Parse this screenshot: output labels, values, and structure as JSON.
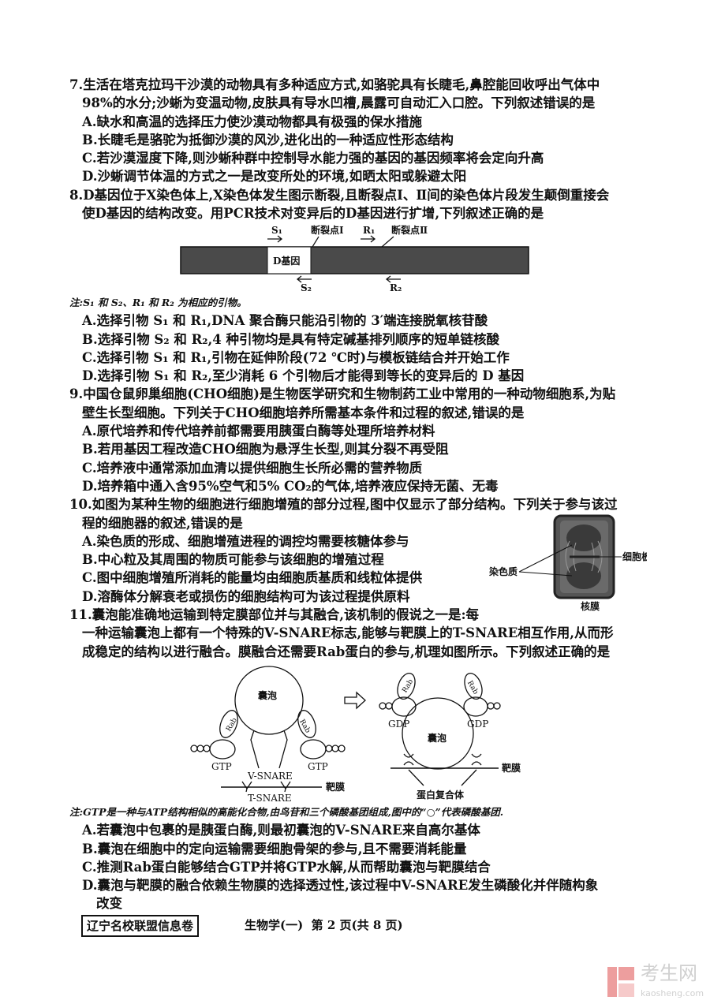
{
  "q7": {
    "lines": [
      "7.生活在塔克拉玛干沙漠的动物具有多种适应方式,如骆驼具有长睫毛,鼻腔能回收呼出气体中",
      "98%的水分;沙蜥为变温动物,皮肤具有导水凹槽,晨露可自动汇入口腔。下列叙述错误的是"
    ],
    "options": [
      "A.缺水和高温的选择压力使沙漠动物都具有极强的保水措施",
      "B.长睫毛是骆驼为抵御沙漠的风沙,进化出的一种适应性形态结构",
      "C.若沙漠湿度下降,则沙蜥种群中控制导水能力强的基因的基因频率将会定向升高",
      "D.沙蜥调节体温的方式之一是改变所处的环境,如晒太阳或躲避太阳"
    ]
  },
  "q8": {
    "lines": [
      "8.D基因位于X染色体上,X染色体发生图示断裂,且断裂点Ⅰ、Ⅱ间的染色体片段发生颠倒重接会",
      "使D基因的结构改变。用PCR技术对变异后的D基因进行扩增,下列叙述正确的是"
    ],
    "diagram": {
      "s1": "S₁",
      "s2": "S₂",
      "r1": "R₁",
      "r2": "R₂",
      "break1": "断裂点Ⅰ",
      "break2": "断裂点Ⅱ",
      "gene": "D基因"
    },
    "note": "注:S₁ 和 S₂、R₁ 和 R₂ 为相应的引物。",
    "options": [
      "A.选择引物 S₁ 和 R₁,DNA 聚合酶只能沿引物的 3′端连接脱氧核苷酸",
      "B.选择引物 S₂ 和 R₂,4 种引物均是具有特定碱基排列顺序的短单链核酸",
      "C.选择引物 S₁ 和 R₁,引物在延伸阶段(72 ℃时)与模板链结合并开始工作",
      "D.选择引物 S₁ 和 R₂,至少消耗 6 个引物后才能得到等长的变异后的 D 基因"
    ]
  },
  "q9": {
    "lines": [
      "9.中国仓鼠卵巢细胞(CHO细胞)是生物医学研究和生物制药工业中常用的一种动物细胞系,为贴",
      "壁生长型细胞。下列关于CHO细胞培养所需基本条件和过程的叙述,错误的是"
    ],
    "options": [
      "A.原代培养和传代培养前都需要用胰蛋白酶等处理所培养材料",
      "B.若用基因工程改造CHO细胞为悬浮生长型,则其分裂不再受阻",
      "C.培养液中通常添加血清以提供细胞生长所必需的营养物质",
      "D.培养箱中通入含95%空气和5% CO₂的气体,培养液应保持无菌、无毒"
    ]
  },
  "q10": {
    "lines": [
      "10.如图为某种生物的细胞进行细胞增殖的部分过程,图中仅显示了部分结构。下列关于参与该过",
      "程的细胞器的叙述,错误的是"
    ],
    "options": [
      "A.染色质的形成、细胞增殖进程的调控均需要核糖体参与",
      "B.中心粒及其周围的物质可能参与该细胞的增殖过程",
      "C.图中细胞增殖所消耗的能量均由细胞质基质和线粒体提供",
      "D.溶酶体分解衰老或损伤的细胞结构可为该过程提供原料"
    ],
    "figure": {
      "cell_plate": "细胞板",
      "chromatin": "染色质",
      "nuclear_membrane": "核膜"
    }
  },
  "q11": {
    "lines": [
      "11.囊泡能准确地运输到特定膜部位并与其融合,该机制的假说之一是:每",
      "一种运输囊泡上都有一个特殊的V-SNARE标志,能够与靶膜上的T-SNARE相互作用,从而形",
      "成稳定的结构以进行融合。膜融合还需要Rab蛋白的参与,机理如图所示。下列叙述正确的是"
    ],
    "diagram": {
      "vesicle": "囊泡",
      "rab": "Rab",
      "gtp": "GTP",
      "gdp": "GDP",
      "vsnare": "V-SNARE",
      "tsnare": "T-SNARE",
      "target_membrane": "靶膜",
      "complex": "蛋白复合体"
    },
    "note": "注:GTP是一种与ATP结构相似的高能化合物,由鸟苷和三个磷酸基团组成,图中的“○”代表磷酸基团.",
    "options": [
      "A.若囊泡中包裹的是胰蛋白酶,则最初囊泡的V-SNARE来自高尔基体",
      "B.囊泡在细胞中的定向运输需要细胞骨架的参与,且不需要消耗能量",
      "C.推测Rab蛋白能够结合GTP并将GTP水解,从而帮助囊泡与靶膜结合",
      "D.囊泡与靶膜的融合依赖生物膜的选择透过性,该过程中V-SNARE发生磷酸化并伴随构象",
      "改变"
    ]
  },
  "footer": {
    "series": "辽宁名校联盟信息卷",
    "page": "生物学(一)  第 2 页(共 8 页)"
  },
  "watermark": {
    "name": "考生网",
    "url": "kaosheng.com",
    "color": "#e05050"
  }
}
